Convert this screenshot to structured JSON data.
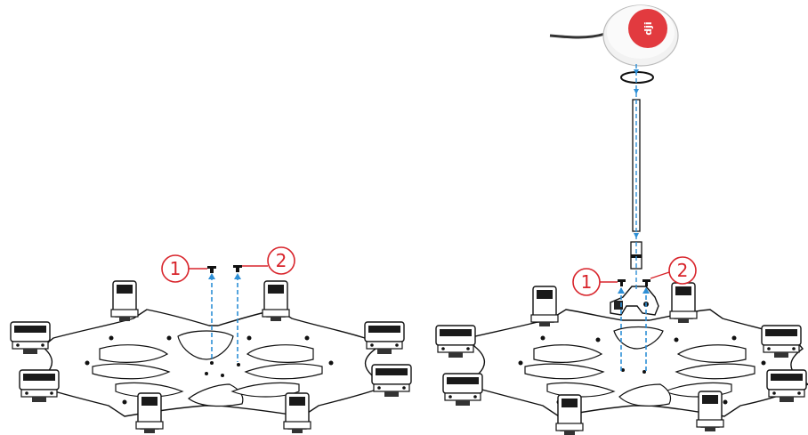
{
  "diagram": {
    "left_assembly": {
      "callout_1": "1",
      "callout_2": "2"
    },
    "right_assembly": {
      "callout_1": "1",
      "callout_2": "2",
      "gps_logo": "dji"
    }
  },
  "colors": {
    "callout": "#d8242b",
    "guide_line": "#2d8fd6",
    "line_art": "#111111",
    "gps_body": "#f2f2f2",
    "gps_badge": "#e23a3f"
  }
}
